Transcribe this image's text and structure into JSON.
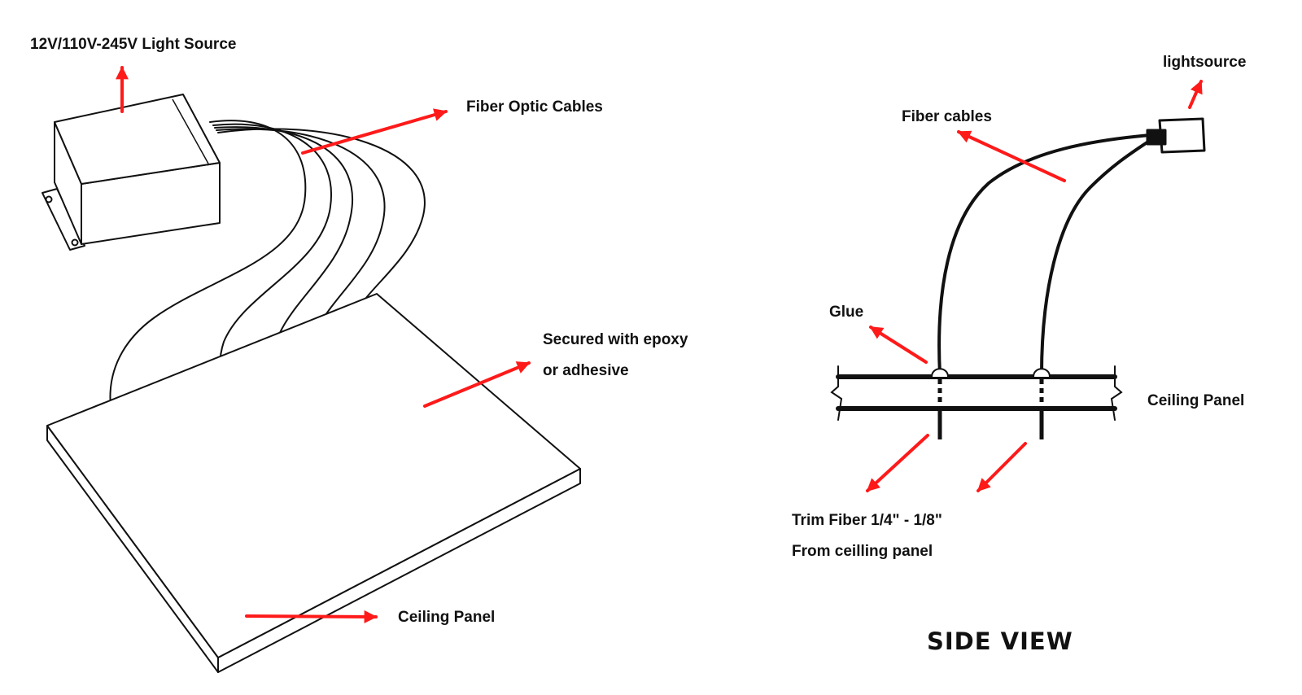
{
  "colors": {
    "arrow": "#ff1a1a",
    "line": "#111111",
    "background": "#ffffff"
  },
  "left": {
    "light_source_label": "12V/110V-245V Light Source",
    "fiber_cables_label": "Fiber Optic Cables",
    "secured_label_line1": "Secured with epoxy",
    "secured_label_line2": "or adhesive",
    "ceiling_panel_label": "Ceiling Panel"
  },
  "right": {
    "lightsource_label": "lightsource",
    "fiber_cables_label": "Fiber cables",
    "glue_label": "Glue",
    "ceiling_panel_label": "Ceiling Panel",
    "trim_label_line1": "Trim Fiber 1/4\" - 1/8\"",
    "trim_label_line2": "From ceilling panel",
    "view_title": "SIDE VIEW"
  }
}
